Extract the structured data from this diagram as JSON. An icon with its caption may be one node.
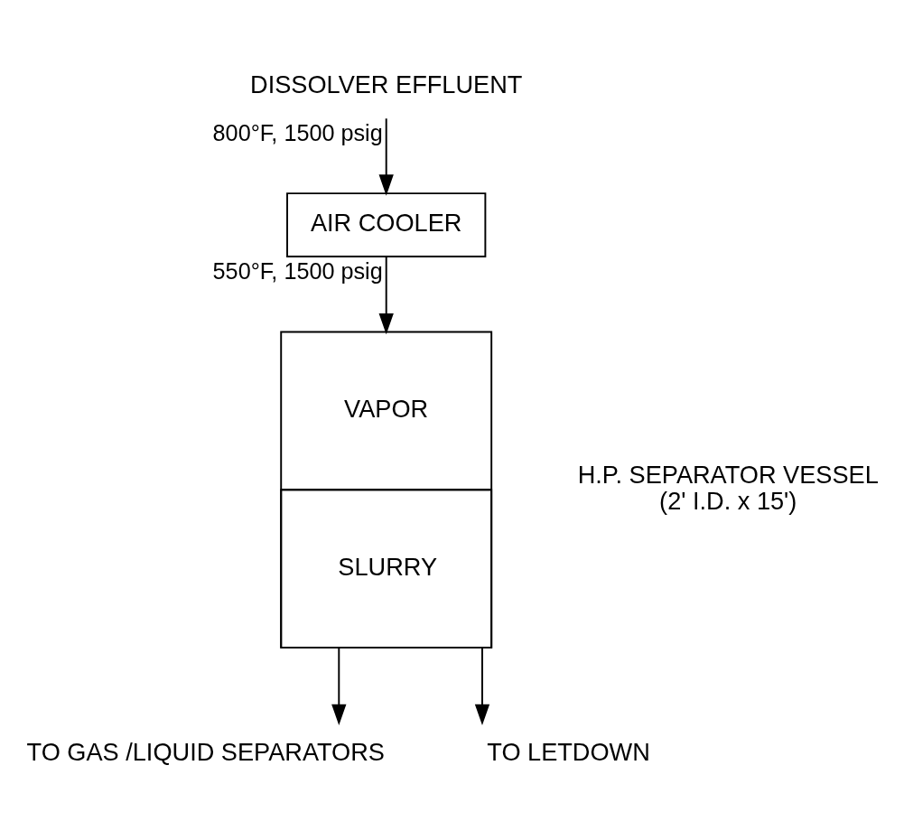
{
  "diagram": {
    "nodes": [
      {
        "text": [
          "DISSOLVER EFFLUENT"
        ]
      },
      {
        "text": [
          "AIR COOLER"
        ]
      },
      {
        "text": [
          "VAPOR",
          "SLURRY"
        ],
        "beside": [
          "H.P. SEPARATOR VESSEL",
          "(2' I.D. x 15')"
        ]
      },
      {
        "text": [
          "TO GAS /LIQUID SEPARATORS"
        ]
      },
      {
        "text": [
          "TO LETDOWN"
        ]
      }
    ],
    "edges": [
      {
        "from": 0,
        "to": 1,
        "arrow": "to",
        "label": "800°F, 1500 psig"
      },
      {
        "from": 1,
        "to": 2,
        "arrow": "to",
        "label": "550°F, 1500 psig"
      },
      {
        "from": 2,
        "to": 3,
        "arrow": "to"
      },
      {
        "from": 2,
        "to": 4,
        "arrow": "to"
      }
    ]
  }
}
